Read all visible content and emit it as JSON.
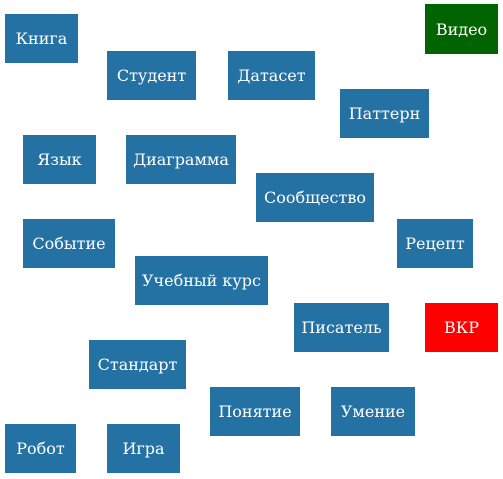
{
  "colors": {
    "default_node": "#2471a3",
    "highlight_green": "#006400",
    "highlight_red": "#ff0000",
    "text": "#ffffff",
    "background": "#ffffff"
  },
  "nodes": [
    {
      "id": "kniga",
      "label": "Книга",
      "color": "#2471a3"
    },
    {
      "id": "video",
      "label": "Видео",
      "color": "#006400"
    },
    {
      "id": "student",
      "label": "Студент",
      "color": "#2471a3"
    },
    {
      "id": "dataset",
      "label": "Датасет",
      "color": "#2471a3"
    },
    {
      "id": "pattern",
      "label": "Паттерн",
      "color": "#2471a3"
    },
    {
      "id": "yazyk",
      "label": "Язык",
      "color": "#2471a3"
    },
    {
      "id": "diagramma",
      "label": "Диаграмма",
      "color": "#2471a3"
    },
    {
      "id": "soobshchestvo",
      "label": "Сообщество",
      "color": "#2471a3"
    },
    {
      "id": "sobytie",
      "label": "Событие",
      "color": "#2471a3"
    },
    {
      "id": "recept",
      "label": "Рецепт",
      "color": "#2471a3"
    },
    {
      "id": "uchebny-kurs",
      "label": "Учебный курс",
      "color": "#2471a3"
    },
    {
      "id": "pisatel",
      "label": "Писатель",
      "color": "#2471a3"
    },
    {
      "id": "vkr",
      "label": "ВКР",
      "color": "#ff0000"
    },
    {
      "id": "standart",
      "label": "Стандарт",
      "color": "#2471a3"
    },
    {
      "id": "ponyatie",
      "label": "Понятие",
      "color": "#2471a3"
    },
    {
      "id": "umenie",
      "label": "Умение",
      "color": "#2471a3"
    },
    {
      "id": "robot",
      "label": "Робот",
      "color": "#2471a3"
    },
    {
      "id": "igra",
      "label": "Игра",
      "color": "#2471a3"
    }
  ]
}
